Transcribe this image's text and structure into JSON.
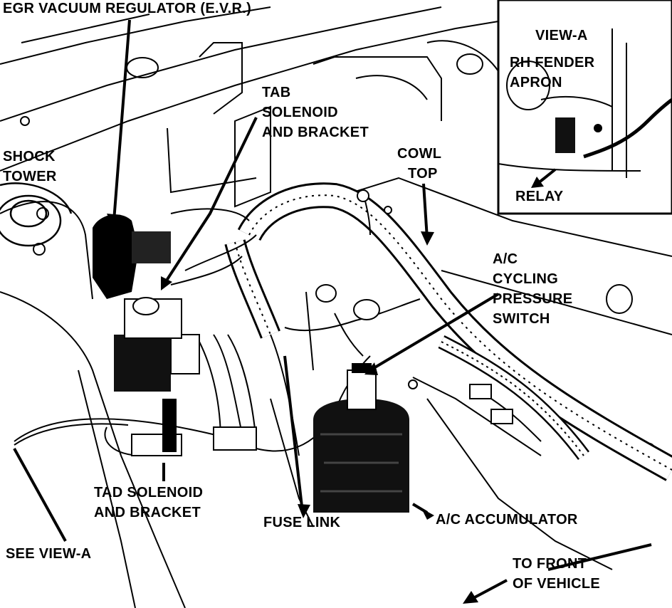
{
  "labels": {
    "egr": "EGR VACUUM REGULATOR (E.V.R.)",
    "tab_top_1": "TAB",
    "tab_top_2": "SOLENOID",
    "tab_top_3": "AND BRACKET",
    "shock_1": "SHOCK",
    "shock_2": "TOWER",
    "cowl_1": "COWL",
    "cowl_2": "TOP",
    "view_a": "VIEW-A",
    "rh_fender_1": "RH FENDER",
    "rh_fender_2": "APRON",
    "relay": "RELAY",
    "ac_switch_1": "A/C",
    "ac_switch_2": "CYCLING",
    "ac_switch_3": "PRESSURE",
    "ac_switch_4": "SWITCH",
    "tad_1": "TAD SOLENOID",
    "tad_2": "AND BRACKET",
    "fuse_link": "FUSE LINK",
    "accumulator": "A/C ACCUMULATOR",
    "see_view_a": "SEE VIEW-A",
    "front_1": "TO FRONT",
    "front_2": "OF VEHICLE"
  },
  "colors": {
    "ink": "#000000",
    "paper": "#ffffff"
  }
}
